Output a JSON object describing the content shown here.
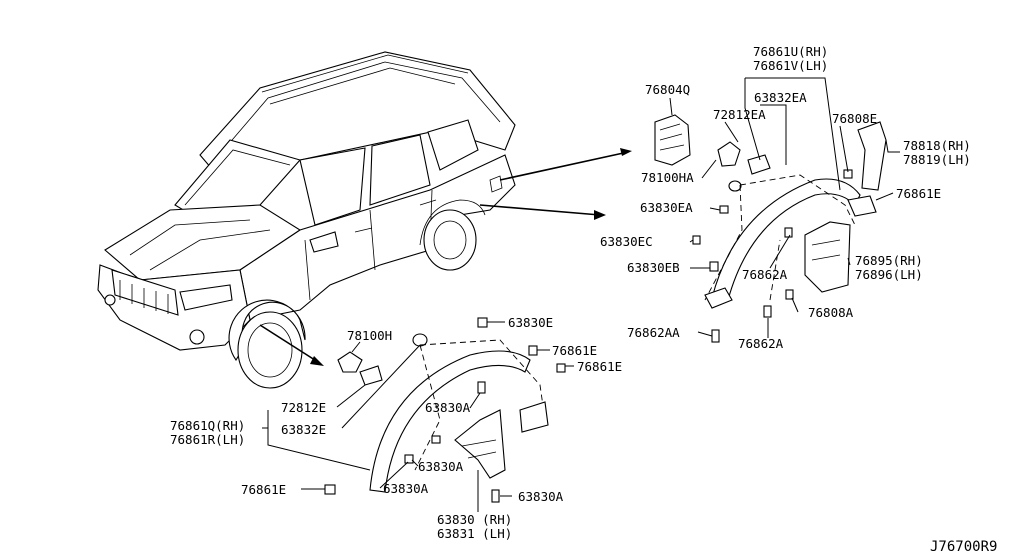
{
  "diagram": {
    "id_code": "J76700R9",
    "callouts": {
      "p76861U": "76861U(RH)",
      "p76861V": "76861V(LH)",
      "p76804Q": "76804Q",
      "p72812EA": "72812EA",
      "p63832EA": "63832EA",
      "p76808E": "76808E",
      "p78818": "78818(RH)",
      "p78819": "78819(LH)",
      "p78100HA": "78100HA",
      "p76861E_r": "76861E",
      "p63830EA": "63830EA",
      "p63830EC": "63830EC",
      "p63830EB": "63830EB",
      "p76862A_1": "76862A",
      "p76895": "76895(RH)",
      "p76896": "76896(LH)",
      "p76808A": "76808A",
      "p76862AA": "76862AA",
      "p76862A_2": "76862A",
      "p78100H": "78100H",
      "p63830E": "63830E",
      "p76861E_1": "76861E",
      "p76861E_2": "76861E",
      "p72812E": "72812E",
      "p63830A_1": "63830A",
      "p76861Q": "76861Q(RH)",
      "p76861R": "76861R(LH)",
      "p63832E": "63832E",
      "p63830A_2": "63830A",
      "p76861E_3": "76861E",
      "p63830A_3": "63830A",
      "p63830A_4": "63830A",
      "p63830": "63830 (RH)",
      "p63831": "63831 (LH)"
    }
  }
}
